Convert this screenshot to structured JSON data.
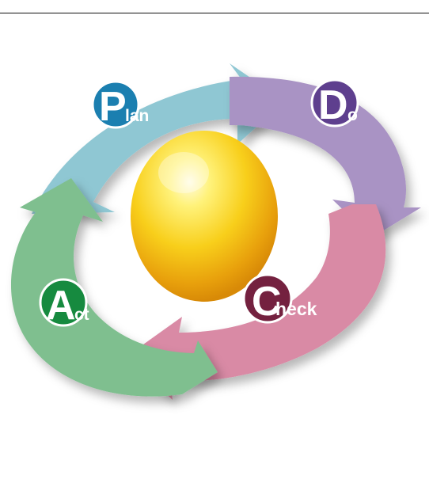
{
  "diagram": {
    "stages": [
      {
        "letter": "P",
        "rest": "lan",
        "color": "#8fc7d3",
        "badge_color": "#1b7fb0"
      },
      {
        "letter": "D",
        "rest": "o",
        "color": "#a993c4",
        "badge_color": "#5e3f8e"
      },
      {
        "letter": "C",
        "rest": "heck",
        "color": "#d98aa5",
        "badge_color": "#74213f"
      },
      {
        "letter": "A",
        "rest": "ct",
        "color": "#7fbf8f",
        "badge_color": "#168a3f"
      }
    ],
    "center_orb_color": "#f6c21b"
  }
}
